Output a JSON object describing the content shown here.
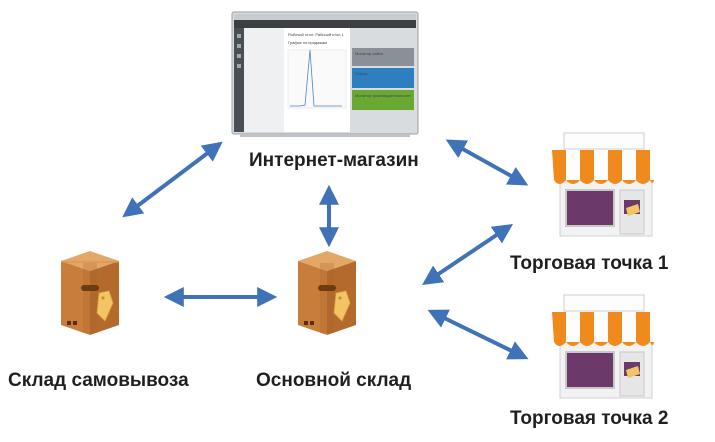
{
  "nodes": {
    "shop": {
      "label": "Интернет-магазин"
    },
    "warehouse_pickup": {
      "label": "Склад самовывоза"
    },
    "warehouse_main": {
      "label": "Основной склад"
    },
    "store1": {
      "label": "Торговая точка 1"
    },
    "store2": {
      "label": "Торговая точка 2"
    }
  },
  "edges": [
    {
      "from": "shop",
      "to": "warehouse_pickup",
      "type": "bidirectional"
    },
    {
      "from": "shop",
      "to": "warehouse_main",
      "type": "bidirectional"
    },
    {
      "from": "shop",
      "to": "store1",
      "type": "bidirectional"
    },
    {
      "from": "warehouse_pickup",
      "to": "warehouse_main",
      "type": "bidirectional"
    },
    {
      "from": "warehouse_main",
      "to": "store1",
      "type": "bidirectional"
    },
    {
      "from": "warehouse_main",
      "to": "store2",
      "type": "bidirectional"
    }
  ],
  "screen": {
    "tab_title": "Рабочий стол: Рабочий стол 1",
    "tab_chart": "График по продажам",
    "panel_1": "Монитор сайта",
    "panel_2": "Статус",
    "panel_3": "Монитор производительности"
  },
  "colors": {
    "arrow": "#3f72b6",
    "box": "#c97d3a",
    "tag": "#f3c463",
    "awning_orange": "#f08a1c",
    "awning_white": "#fdfdfd",
    "store_wall": "#f2f2f2",
    "store_window": "#6b3a6a",
    "panel_blue": "#2e7fbf",
    "panel_green": "#6aa834",
    "panel_gray": "#8a9097"
  }
}
